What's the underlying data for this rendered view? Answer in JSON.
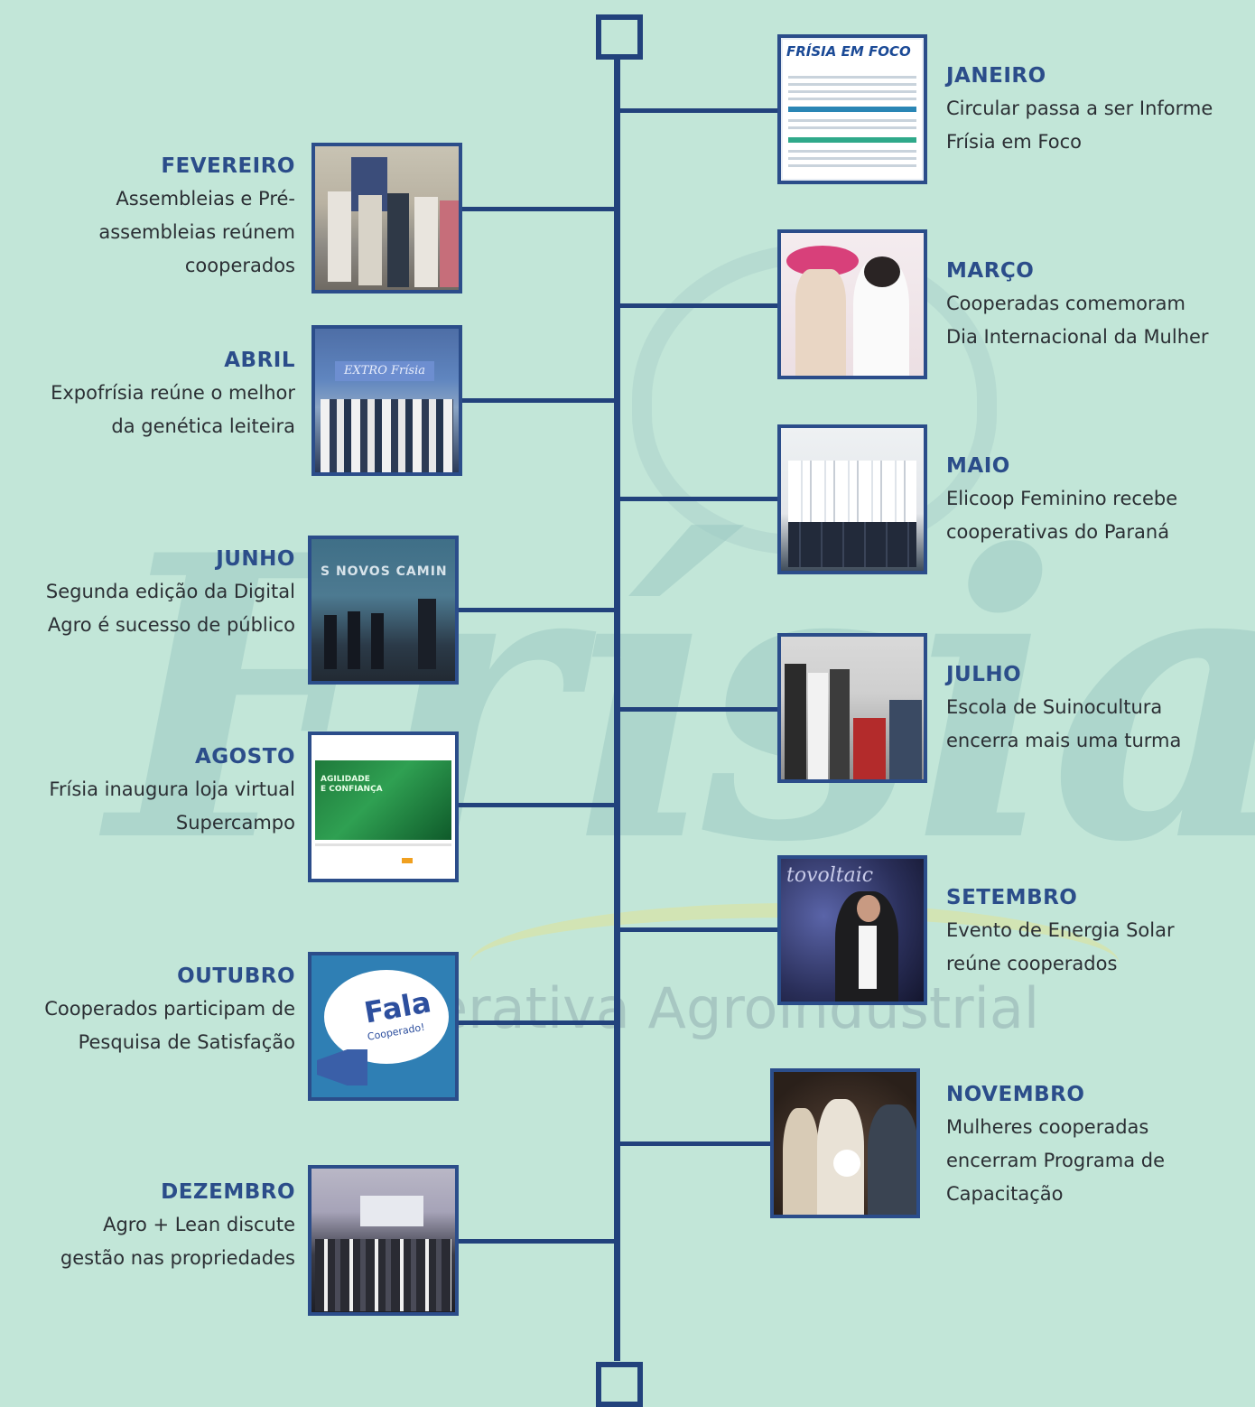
{
  "events": [
    {
      "month": "JANEIRO",
      "desc_lines": [
        "Circular passa a ser Informe",
        "Frísia em Foco"
      ],
      "photo_label": "FRÍSIA EM FOCO"
    },
    {
      "month": "FEVEREIRO",
      "desc_lines": [
        "Assembleias e Pré-",
        "assembleias reúnem",
        "cooperados"
      ]
    },
    {
      "month": "MARÇO",
      "desc_lines": [
        "Cooperadas comemoram",
        "Dia Internacional da Mulher"
      ]
    },
    {
      "month": "ABRIL",
      "desc_lines": [
        "Expofrísia reúne o melhor",
        "da genética leiteira"
      ]
    },
    {
      "month": "MAIO",
      "desc_lines": [
        "Elicoop Feminino recebe",
        "cooperativas do Paraná"
      ]
    },
    {
      "month": "JUNHO",
      "desc_lines": [
        "Segunda edição da Digital",
        "Agro é sucesso de público"
      ]
    },
    {
      "month": "JULHO",
      "desc_lines": [
        "Escola de Suinocultura",
        "encerra mais uma turma"
      ]
    },
    {
      "month": "AGOSTO",
      "desc_lines": [
        "Frísia inaugura loja virtual",
        "Supercampo"
      ]
    },
    {
      "month": "SETEMBRO",
      "desc_lines": [
        "Evento de Energia Solar",
        "reúne cooperados"
      ]
    },
    {
      "month": "OUTUBRO",
      "desc_lines": [
        "Cooperados participam de",
        "Pesquisa de Satisfação"
      ],
      "photo_label": "Fala",
      "photo_sublabel": "Cooperado!"
    },
    {
      "month": "NOVEMBRO",
      "desc_lines": [
        "Mulheres cooperadas",
        "encerram Programa de",
        "Capacitação"
      ]
    },
    {
      "month": "DEZEMBRO",
      "desc_lines": [
        "Agro + Lean discute",
        "gestão nas propriedades"
      ]
    }
  ],
  "watermark": {
    "word": "Frísia",
    "subtitle": "erativa Agroindustrial"
  },
  "colors": {
    "background": "#c2e6d8",
    "line": "#22427c",
    "month": "#2b4d8a",
    "text": "#2b2f34"
  }
}
